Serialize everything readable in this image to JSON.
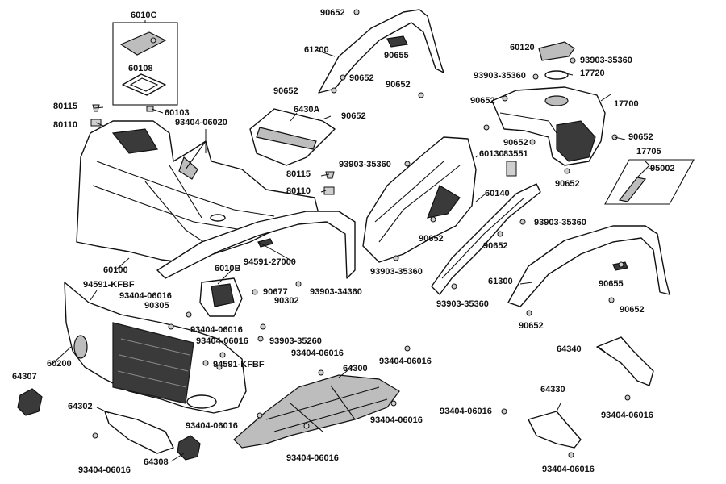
{
  "labels": {
    "l_6010c": "6010C",
    "l_60108": "60108",
    "l_60103": "60103",
    "l_80115_a": "80115",
    "l_80110_a": "80110",
    "l_93404_06020": "93404-06020",
    "l_6430a": "6430A",
    "l_90652_a": "90652",
    "l_90652_b": "90652",
    "l_61200": "61200",
    "l_90655_a": "90655",
    "l_90652_c": "90652",
    "l_90652_d": "90652",
    "l_90652_e": "90652",
    "l_60120": "60120",
    "l_93903_35360_a": "93903-35360",
    "l_93903_35360_b": "93903-35360",
    "l_17720": "17720",
    "l_90652_f": "90652",
    "l_17700": "17700",
    "l_90652_g": "90652",
    "l_90652_h": "90652",
    "l_83551": "83551",
    "l_17705": "17705",
    "l_95002": "95002",
    "l_90652_i": "90652",
    "l_93903_35360_c": "93903-35360",
    "l_60130": "60130",
    "l_80115_b": "80115",
    "l_80110_b": "80110",
    "l_60140": "60140",
    "l_93903_35360_d": "93903-35360",
    "l_90652_j": "90652",
    "l_90652_k": "90652",
    "l_60100": "60100",
    "l_94591_27000": "94591-27000",
    "l_6010b": "6010B",
    "l_93903_35360_e": "93903-35360",
    "l_61300": "61300",
    "l_90655_b": "90655",
    "l_94591_kfbf_a": "94591-KFBF",
    "l_93404_06016_a": "93404-06016",
    "l_90677": "90677",
    "l_93903_34360": "93903-34360",
    "l_90305": "90305",
    "l_90302": "90302",
    "l_93903_35360_f": "93903-35360",
    "l_90652_l": "90652",
    "l_90652_m": "90652",
    "l_93404_06016_b": "93404-06016",
    "l_93404_06016_c": "93404-06016",
    "l_93903_35260": "93903-35260",
    "l_64340": "64340",
    "l_60200": "60200",
    "l_93404_06016_d": "93404-06016",
    "l_93404_06016_e": "93404-06016",
    "l_94591_kfbf_b": "94591-KFBF",
    "l_64300": "64300",
    "l_64307": "64307",
    "l_64302": "64302",
    "l_64330": "64330",
    "l_93404_06016_f": "93404-06016",
    "l_93404_06016_g": "93404-06016",
    "l_93404_06016_h": "93404-06016",
    "l_93404_06016_i": "93404-06016",
    "l_93404_06016_j": "93404-06016",
    "l_93404_06016_k": "93404-06016",
    "l_64308": "64308",
    "l_93404_06016_l": "93404-06016"
  }
}
